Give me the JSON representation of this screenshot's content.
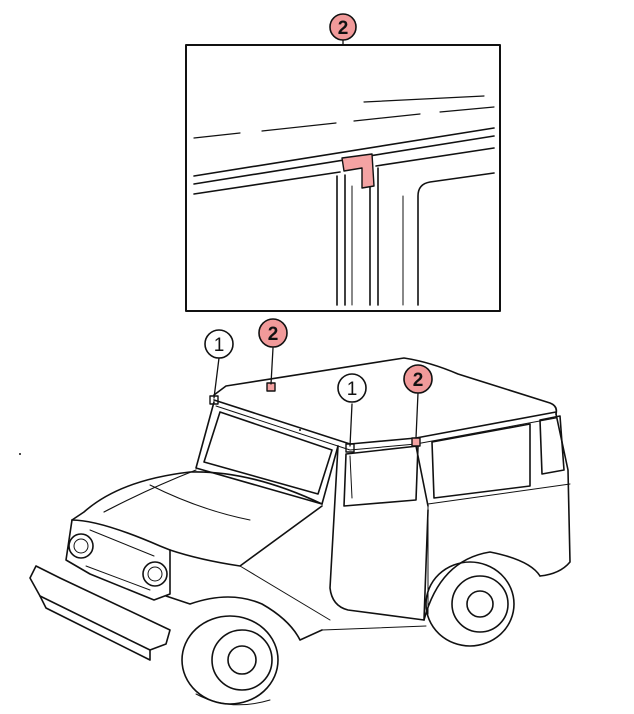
{
  "callouts": {
    "inset": "2",
    "left_gutter_clip": "1",
    "left_roof_clip": "2",
    "center_gutter_clip": "1",
    "right_roof_clip": "2"
  },
  "colors": {
    "line": "#111111",
    "highlight": "#f08c8c",
    "highlight_fill": "#f4a3a3",
    "badge_fill": "#f19a9a",
    "background": "#ffffff"
  }
}
